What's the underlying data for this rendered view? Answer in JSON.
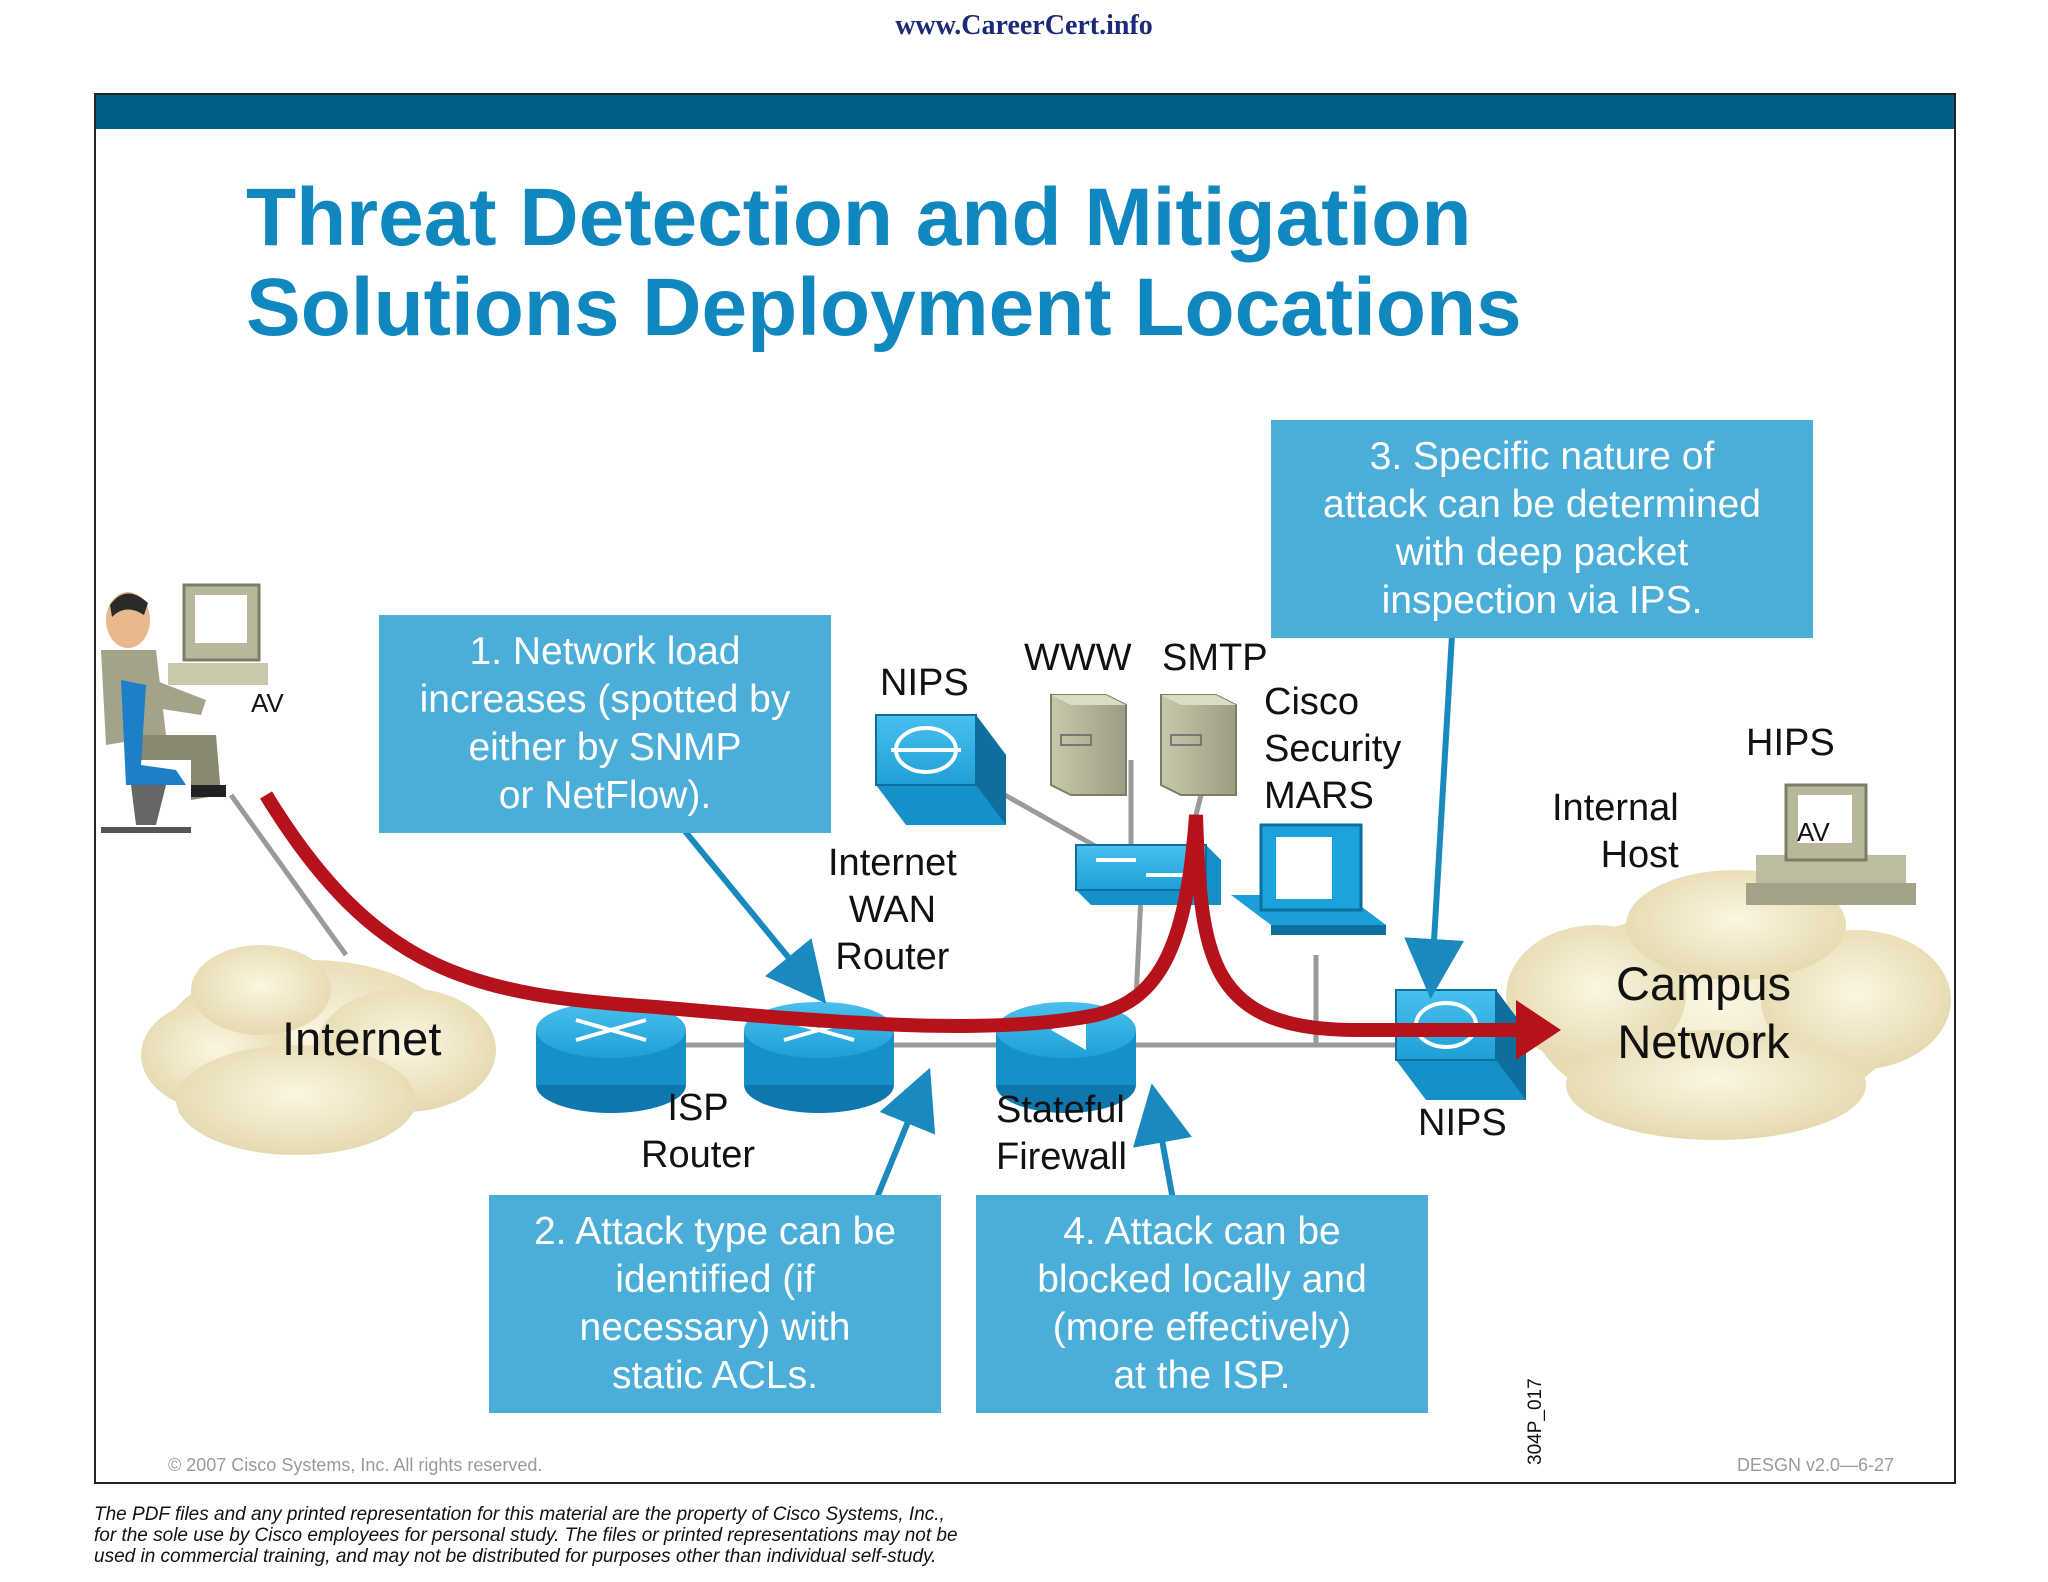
{
  "site_url": "www.CareerCert.info",
  "title": {
    "line1": "Threat Detection and Mitigation",
    "line2": "Solutions Deployment Locations"
  },
  "notes": {
    "n1": [
      "1. Network load",
      "increases (spotted by",
      "either by SNMP",
      "or NetFlow)."
    ],
    "n2": [
      "2. Attack type can be",
      "identified (if",
      "necessary) with",
      "static ACLs."
    ],
    "n3": [
      "3. Specific nature of",
      "attack can be determined",
      "with deep packet",
      "inspection via IPS."
    ],
    "n4": [
      "4. Attack can be",
      "blocked locally and",
      "(more effectively)",
      "at the ISP."
    ]
  },
  "labels": {
    "internet": "Internet",
    "isp_router": [
      "ISP",
      "Router"
    ],
    "wan_router": [
      "Internet",
      "WAN",
      "Router"
    ],
    "stateful_firewall": [
      "Stateful",
      "Firewall"
    ],
    "nips_top": "NIPS",
    "nips_bottom": "NIPS",
    "www": "WWW",
    "smtp": "SMTP",
    "mars": [
      "Cisco",
      "Security",
      "MARS"
    ],
    "hips": "HIPS",
    "internal_host": [
      "Internal",
      "Host"
    ],
    "campus": [
      "Campus",
      "Network"
    ],
    "av_user": "AV",
    "av_host": "AV"
  },
  "figure_id": "304P_017",
  "copyright": "© 2007 Cisco Systems, Inc. All rights reserved.",
  "course": "DESGN v2.0—6-27",
  "disclaimer": [
    "The PDF files and any printed representation for this material are the property of Cisco Systems, Inc.,",
    "for the sole use by Cisco employees for personal study. The files or printed representations may not be",
    "used in commercial training, and may not be distributed for purposes other than individual self-study."
  ],
  "colors": {
    "topbar": "#005f86",
    "title": "#1187bf",
    "note_bg": "#4aaed8",
    "attack_path": "#b5121b",
    "device_blue": "#1aa3dc",
    "cloud": "#efe6c4"
  }
}
